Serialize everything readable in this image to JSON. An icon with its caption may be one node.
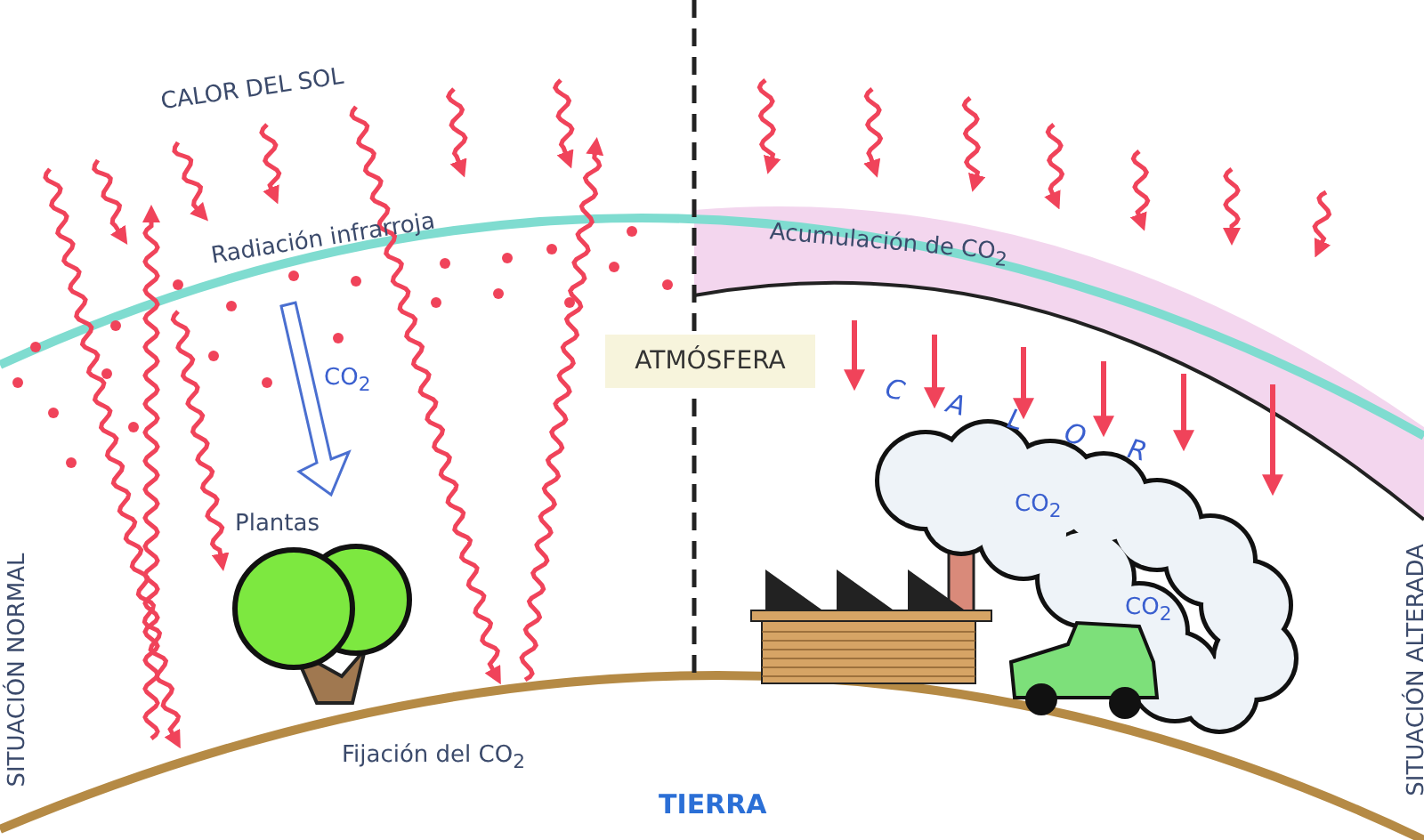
{
  "diagram": {
    "nodes": [
      {
        "text": [
          "ATMÓSFERA"
        ]
      },
      {
        "text": [
          "CO$_{2}$",
          "CO$_{2}$"
        ]
      }
    ],
    "labels": [
      "CALOR DEL SOL",
      "Radiación infrarroja",
      "Acumulación de CO$_{2}$",
      "CO$_{2}$",
      "CALOR",
      "Plantas",
      "Fijación del CO$_{2}$",
      "TIERRA",
      "SITUACIÓN NORMAL",
      "SITUACIÓN ALTERADA"
    ]
  }
}
